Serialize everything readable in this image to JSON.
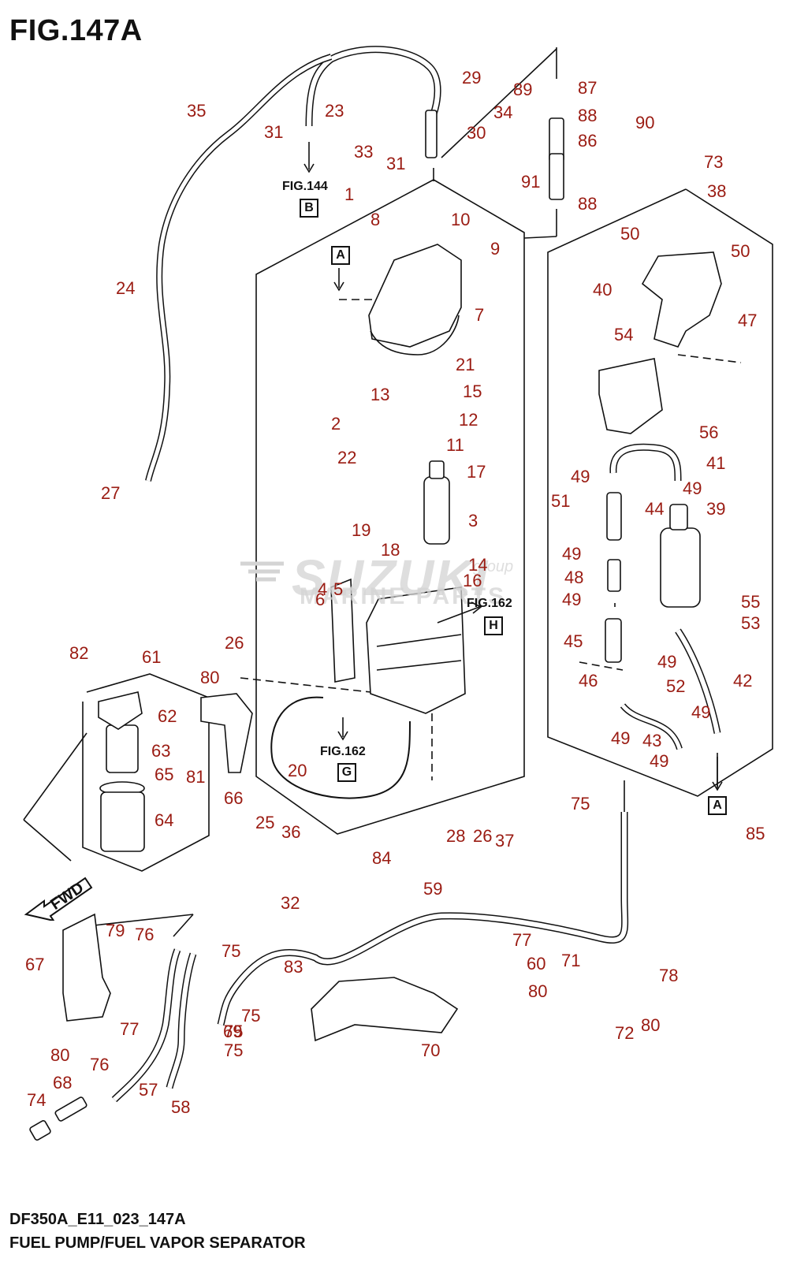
{
  "figure": {
    "title": "FIG.147A"
  },
  "footer": {
    "code": "DF350A_E11_023_147A",
    "name": "FUEL PUMP/FUEL VAPOR SEPARATOR"
  },
  "watermark": {
    "brand": "SUZUKI",
    "line2": "MARINE PARTS",
    "line3": "group"
  },
  "fwd_label": "FWD",
  "references": [
    {
      "fig": "FIG.144",
      "box": "B"
    },
    {
      "fig": "FIG.162",
      "box": "H"
    },
    {
      "fig": "FIG.162",
      "box": "G"
    }
  ],
  "markers": [
    "A",
    "A"
  ],
  "callouts": [
    "1",
    "2",
    "3",
    "4",
    "5",
    "6",
    "7",
    "8",
    "9",
    "10",
    "11",
    "12",
    "13",
    "14",
    "15",
    "16",
    "17",
    "18",
    "19",
    "20",
    "21",
    "22",
    "23",
    "24",
    "25",
    "26",
    "26",
    "27",
    "28",
    "29",
    "30",
    "31",
    "31",
    "32",
    "33",
    "34",
    "35",
    "36",
    "37",
    "38",
    "39",
    "40",
    "41",
    "42",
    "43",
    "44",
    "45",
    "46",
    "47",
    "48",
    "49",
    "49",
    "49",
    "49",
    "49",
    "49",
    "49",
    "49",
    "50",
    "50",
    "51",
    "52",
    "53",
    "54",
    "55",
    "56",
    "57",
    "58",
    "59",
    "60",
    "61",
    "62",
    "63",
    "64",
    "65",
    "66",
    "67",
    "68",
    "69",
    "70",
    "71",
    "72",
    "73",
    "74",
    "75",
    "75",
    "75",
    "75",
    "75",
    "76",
    "76",
    "77",
    "77",
    "78",
    "79",
    "80",
    "80",
    "80",
    "80",
    "81",
    "82",
    "83",
    "84",
    "85",
    "86",
    "87",
    "88",
    "88",
    "89",
    "90",
    "91"
  ],
  "colors": {
    "callout": "#9a1b12",
    "line": "#111111",
    "watermark": "#d4d4d4"
  }
}
